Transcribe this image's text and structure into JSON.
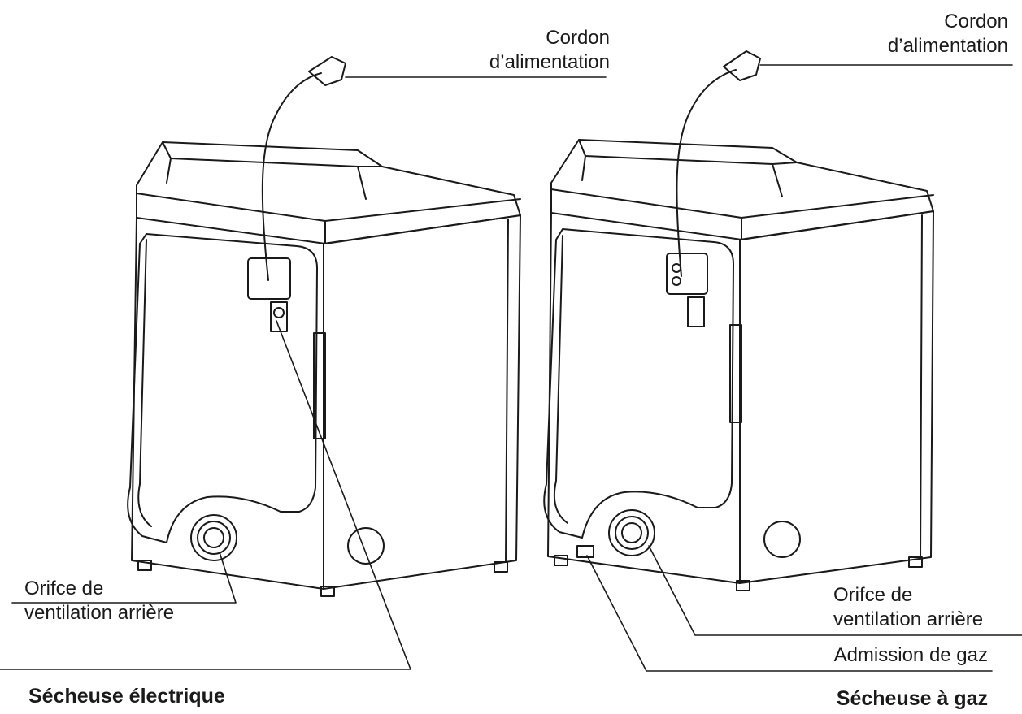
{
  "left_dryer": {
    "power_cord_label_l1": "Cordon",
    "power_cord_label_l2": "d’alimentation",
    "vent_label_l1": "Orifce de",
    "vent_label_l2": "ventilation arrière",
    "title": "Sécheuse électrique"
  },
  "right_dryer": {
    "power_cord_label_l1": "Cordon",
    "power_cord_label_l2": "d’alimentation",
    "vent_label_l1": "Orifce de",
    "vent_label_l2": "ventilation arrière",
    "gas_inlet_label": "Admission de gaz",
    "title": "Sécheuse à gaz"
  },
  "colors": {
    "line": "#1a1a1a",
    "background": "#ffffff"
  }
}
